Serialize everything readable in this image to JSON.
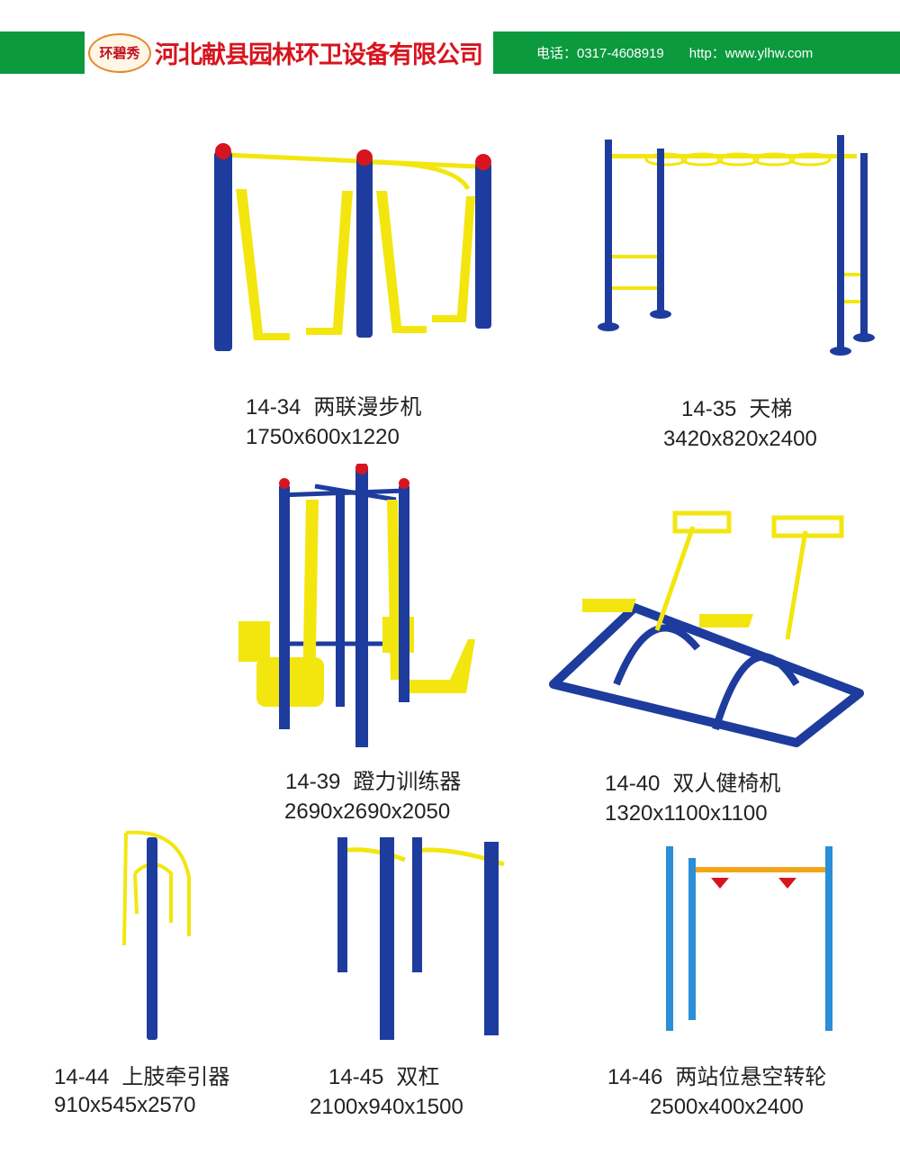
{
  "header": {
    "logo_text": "环碧秀",
    "company": "河北献县园林环卫设备有限公司",
    "phone": "电话：0317-4608919",
    "website": "http：www.ylhw.com"
  },
  "products": [
    {
      "code": "14-34",
      "name": "两联漫步机",
      "size": "1750x600x1220"
    },
    {
      "code": "14-35",
      "name": "天梯",
      "size": "3420x820x2400"
    },
    {
      "code": "14-39",
      "name": "蹬力训练器",
      "size": "2690x2690x2050"
    },
    {
      "code": "14-40",
      "name": "双人健椅机",
      "size": "1320x1100x1100"
    },
    {
      "code": "14-44",
      "name": "上肢牵引器",
      "size": "910x545x2570"
    },
    {
      "code": "14-45",
      "name": "双杠",
      "size": "2100x940x1500"
    },
    {
      "code": "14-46",
      "name": "两站位悬空转轮",
      "size": "2500x400x2400"
    }
  ],
  "colors": {
    "green": "#0b9a3e",
    "blue": "#1e3c9e",
    "yellow": "#f3e60f",
    "red": "#d7151f"
  }
}
